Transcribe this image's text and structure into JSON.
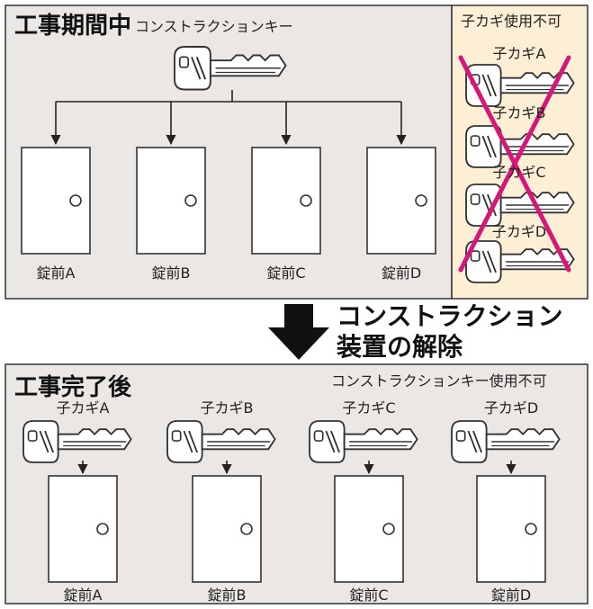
{
  "top_panel": {
    "title": "工事期間中",
    "master_key_label": "コンストラクションキー",
    "locks": [
      "錠前A",
      "錠前B",
      "錠前C",
      "錠前D"
    ]
  },
  "side_panel": {
    "title": "子カギ使用不可",
    "keys": [
      "子カギA",
      "子カギB",
      "子カギC",
      "子カギD"
    ]
  },
  "transition": {
    "line1": "コンストラクション",
    "line2": "装置の解除"
  },
  "bottom_panel": {
    "title": "工事完了後",
    "note": "コンストラクションキー使用不可",
    "keys": [
      "子カギA",
      "子カギB",
      "子カギC",
      "子カギD"
    ],
    "locks": [
      "錠前A",
      "錠前B",
      "錠前C",
      "錠前D"
    ]
  },
  "colors": {
    "panel_gray": "#ebe7e4",
    "panel_cream": "#fcefd6",
    "cross_magenta": "#d6177a",
    "outline": "#333333"
  }
}
